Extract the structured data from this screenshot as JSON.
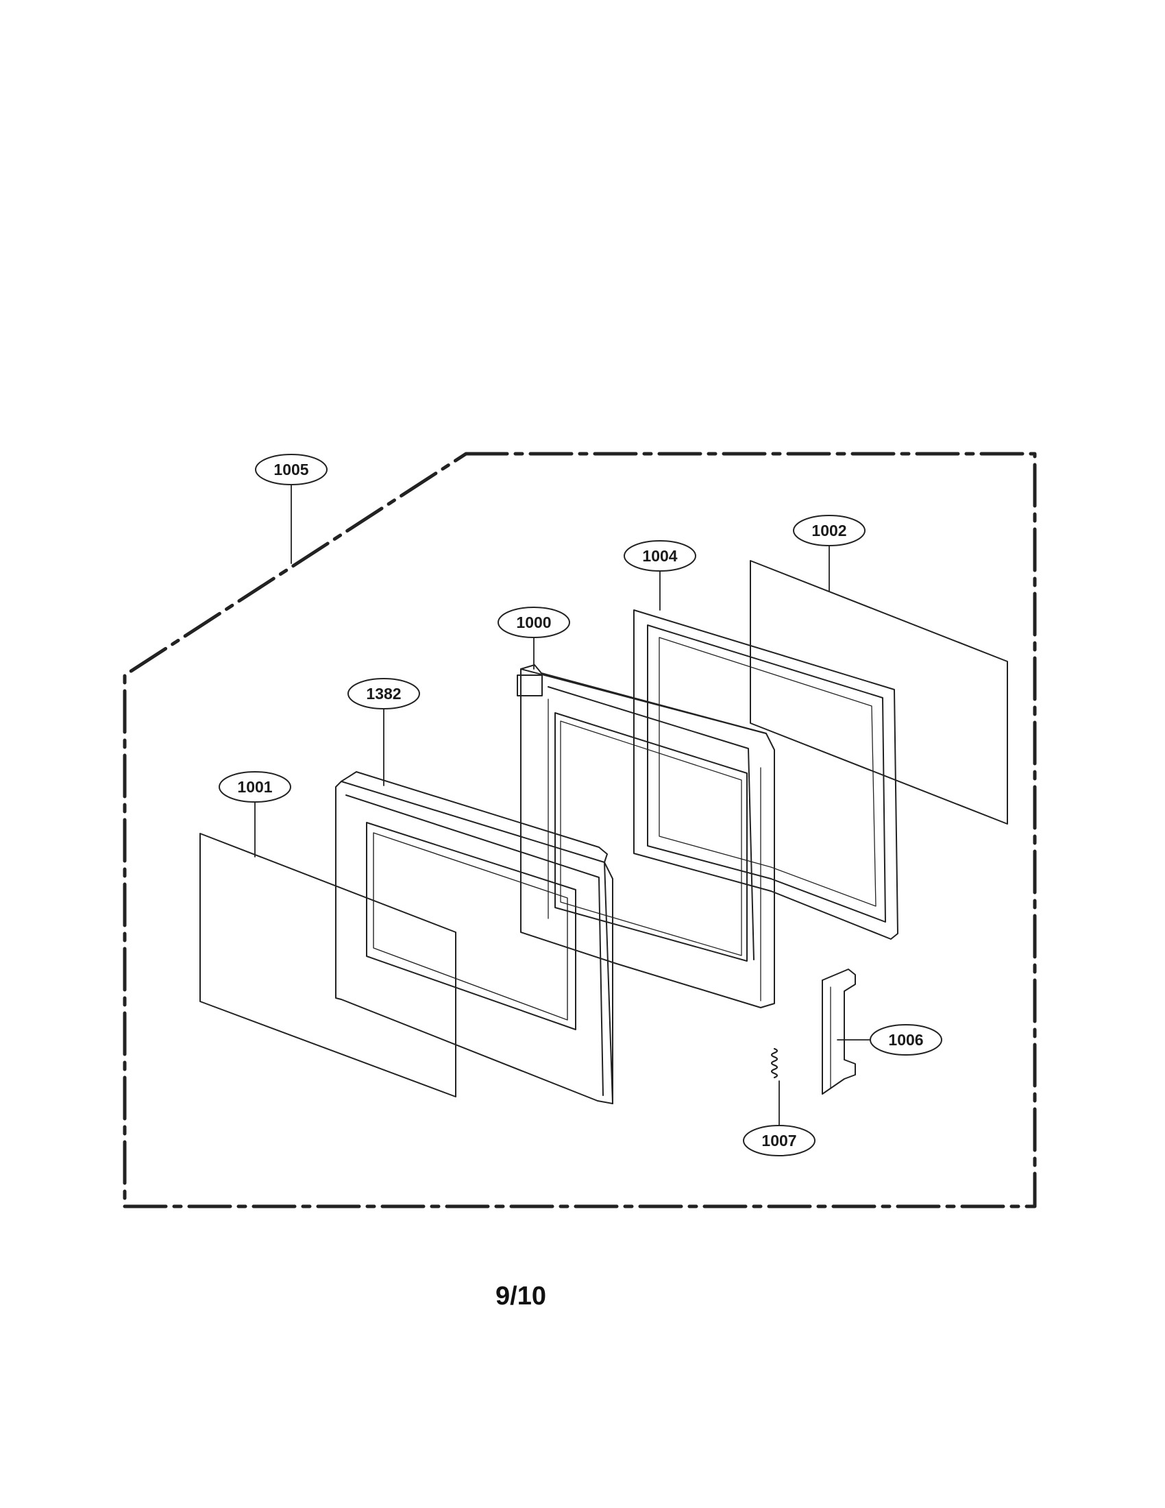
{
  "diagram": {
    "callouts": {
      "c1005": "1005",
      "c1002": "1002",
      "c1004": "1004",
      "c1000": "1000",
      "c1382": "1382",
      "c1001": "1001",
      "c1006": "1006",
      "c1007": "1007"
    }
  },
  "footer": {
    "page_number": "9/10"
  },
  "colors": {
    "line": "#222222",
    "background": "#ffffff"
  }
}
